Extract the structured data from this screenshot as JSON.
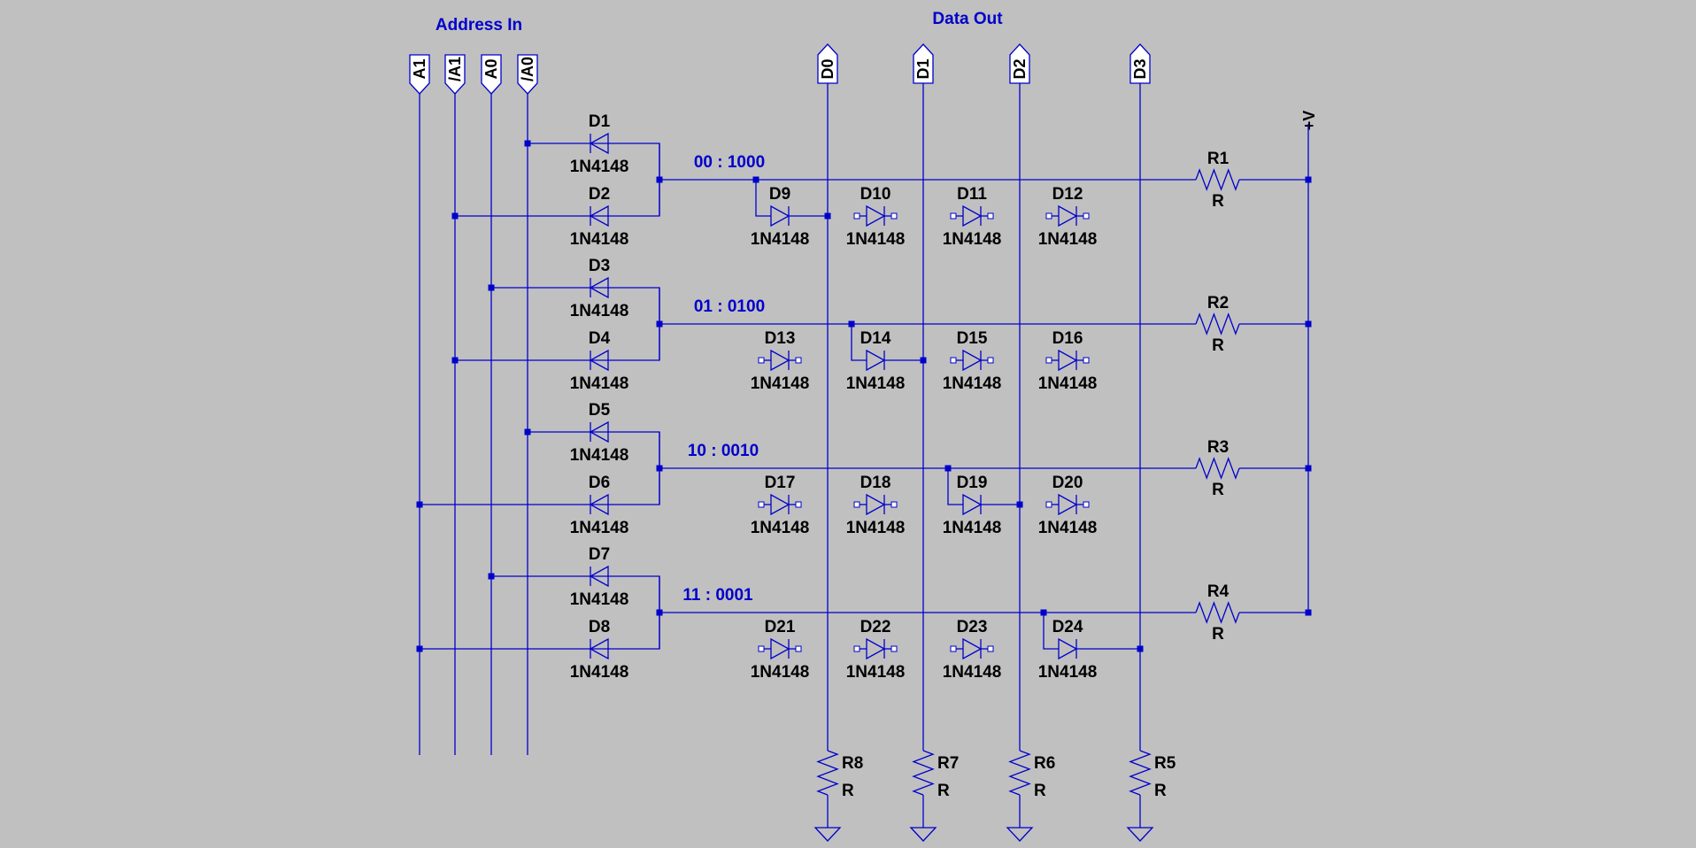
{
  "titles": {
    "address_in": "Address In",
    "data_out": "Data Out"
  },
  "address_ports": [
    "A1",
    "/A1",
    "A0",
    "/A0"
  ],
  "data_ports": [
    "D0",
    "D1",
    "D2",
    "D3"
  ],
  "supply": "+V",
  "row_labels": [
    "00 : 1000",
    "01 : 0100",
    "10 : 0010",
    "11 : 0001"
  ],
  "address_diodes": [
    {
      "name": "D1",
      "value": "1N4148"
    },
    {
      "name": "D2",
      "value": "1N4148"
    },
    {
      "name": "D3",
      "value": "1N4148"
    },
    {
      "name": "D4",
      "value": "1N4148"
    },
    {
      "name": "D5",
      "value": "1N4148"
    },
    {
      "name": "D6",
      "value": "1N4148"
    },
    {
      "name": "D7",
      "value": "1N4148"
    },
    {
      "name": "D8",
      "value": "1N4148"
    }
  ],
  "matrix_diodes": [
    [
      {
        "name": "D9",
        "value": "1N4148"
      },
      {
        "name": "D10",
        "value": "1N4148"
      },
      {
        "name": "D11",
        "value": "1N4148"
      },
      {
        "name": "D12",
        "value": "1N4148"
      }
    ],
    [
      {
        "name": "D13",
        "value": "1N4148"
      },
      {
        "name": "D14",
        "value": "1N4148"
      },
      {
        "name": "D15",
        "value": "1N4148"
      },
      {
        "name": "D16",
        "value": "1N4148"
      }
    ],
    [
      {
        "name": "D17",
        "value": "1N4148"
      },
      {
        "name": "D18",
        "value": "1N4148"
      },
      {
        "name": "D19",
        "value": "1N4148"
      },
      {
        "name": "D20",
        "value": "1N4148"
      }
    ],
    [
      {
        "name": "D21",
        "value": "1N4148"
      },
      {
        "name": "D22",
        "value": "1N4148"
      },
      {
        "name": "D23",
        "value": "1N4148"
      },
      {
        "name": "D24",
        "value": "1N4148"
      }
    ]
  ],
  "pullup_resistors": [
    {
      "name": "R1",
      "value": "R"
    },
    {
      "name": "R2",
      "value": "R"
    },
    {
      "name": "R3",
      "value": "R"
    },
    {
      "name": "R4",
      "value": "R"
    }
  ],
  "pulldown_resistors": [
    {
      "name": "R8",
      "value": "R"
    },
    {
      "name": "R7",
      "value": "R"
    },
    {
      "name": "R6",
      "value": "R"
    },
    {
      "name": "R5",
      "value": "R"
    }
  ],
  "colors": {
    "background": "#c0c0c0",
    "wire": "#0000cc",
    "label": "#000000",
    "net_label": "#0000cc"
  }
}
